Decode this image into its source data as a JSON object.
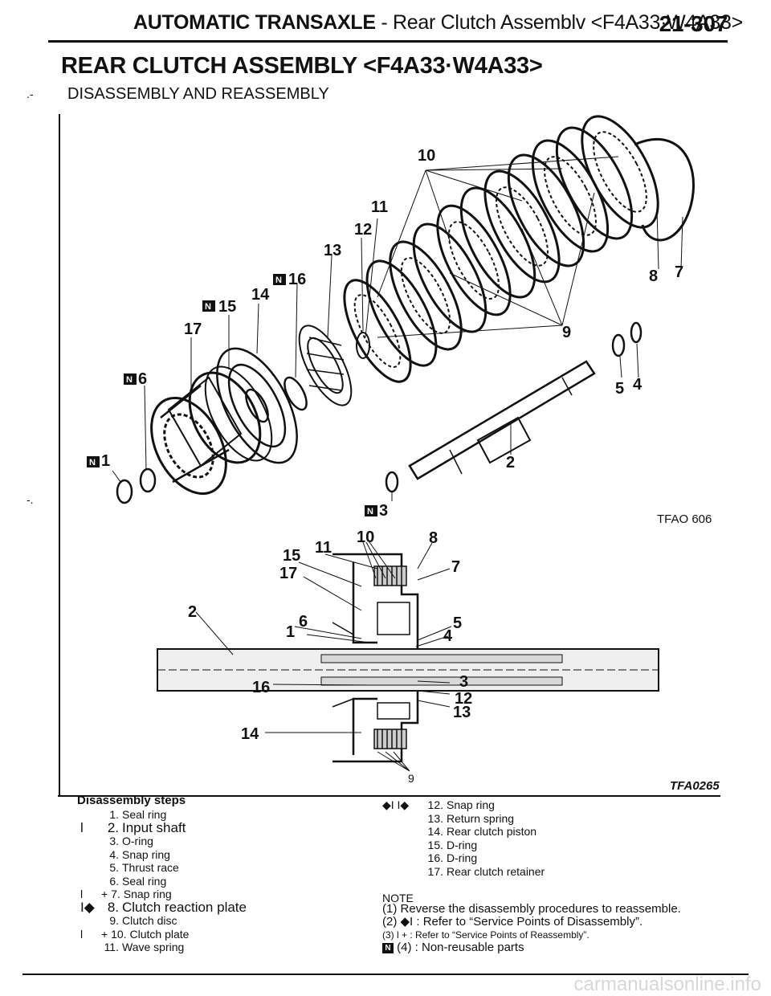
{
  "header": {
    "section": "AUTOMATIC TRANSAXLE",
    "dash": "-",
    "subject": "Rear Clutch Assemblv <F4A33·W4A33>",
    "page": "21-307"
  },
  "title": "REAR CLUTCH ASSEMBLY <F4A33·W4A33>",
  "subtitle": "DISASSEMBLY AND REASSEMBLY",
  "margin_marks": [
    ".-",
    "-."
  ],
  "figure_codes": [
    "TFAO 606",
    "TFA0265"
  ],
  "exploded_labels": [
    "10",
    "11",
    "12",
    "13",
    "16",
    "14",
    "15",
    "17",
    "6",
    "1",
    "8",
    "7",
    "9",
    "5",
    "4",
    "2",
    "3"
  ],
  "section_labels": [
    "11",
    "10",
    "8",
    "15",
    "17",
    "7",
    "2",
    "6",
    "1",
    "5",
    "4",
    "16",
    "3",
    "12",
    "13",
    "14",
    "9"
  ],
  "badge_letter": "N",
  "steps_heading": "Disassembly steps",
  "steps_left": [
    {
      "mark": "",
      "num": "1.",
      "text": "Seal ring"
    },
    {
      "mark": "l",
      "num": "2.",
      "text": "Input shaft"
    },
    {
      "mark": "",
      "num": "3.",
      "text": "O-ring"
    },
    {
      "mark": "",
      "num": "4.",
      "text": "Snap ring"
    },
    {
      "mark": "",
      "num": "5.",
      "text": "Thrust race"
    },
    {
      "mark": "",
      "num": "6.",
      "text": "Seal ring"
    },
    {
      "mark": "l",
      "num": "+ 7.",
      "text": "Snap ring"
    },
    {
      "mark": "I◆",
      "num": "8.",
      "text": "Clutch reaction plate"
    },
    {
      "mark": "",
      "num": "9.",
      "text": "Clutch disc"
    },
    {
      "mark": "l",
      "num": "+ 10.",
      "text": "Clutch plate"
    },
    {
      "mark": "",
      "num": "11.",
      "text": "Wave spring"
    }
  ],
  "steps_right": [
    {
      "mark": "◆I I◆",
      "num": "12.",
      "text": "Snap ring"
    },
    {
      "mark": "",
      "num": "13.",
      "text": "Return spring"
    },
    {
      "mark": "",
      "num": "14.",
      "text": "Rear clutch piston"
    },
    {
      "mark": "",
      "num": "15.",
      "text": "D-ring"
    },
    {
      "mark": "",
      "num": "16.",
      "text": "D-ring"
    },
    {
      "mark": "",
      "num": "17.",
      "text": "Rear clutch retainer"
    }
  ],
  "note_heading": "NOTE",
  "notes": [
    "(1) Reverse the disassembly procedures to reassemble.",
    "(2) ◆I : Refer to “Service Points of Disassembly”.",
    "(3) l + : Refer to “Service Points of Reassembly”.",
    "(4) : Non-reusable parts"
  ],
  "watermark": "carmanualsonline.info"
}
